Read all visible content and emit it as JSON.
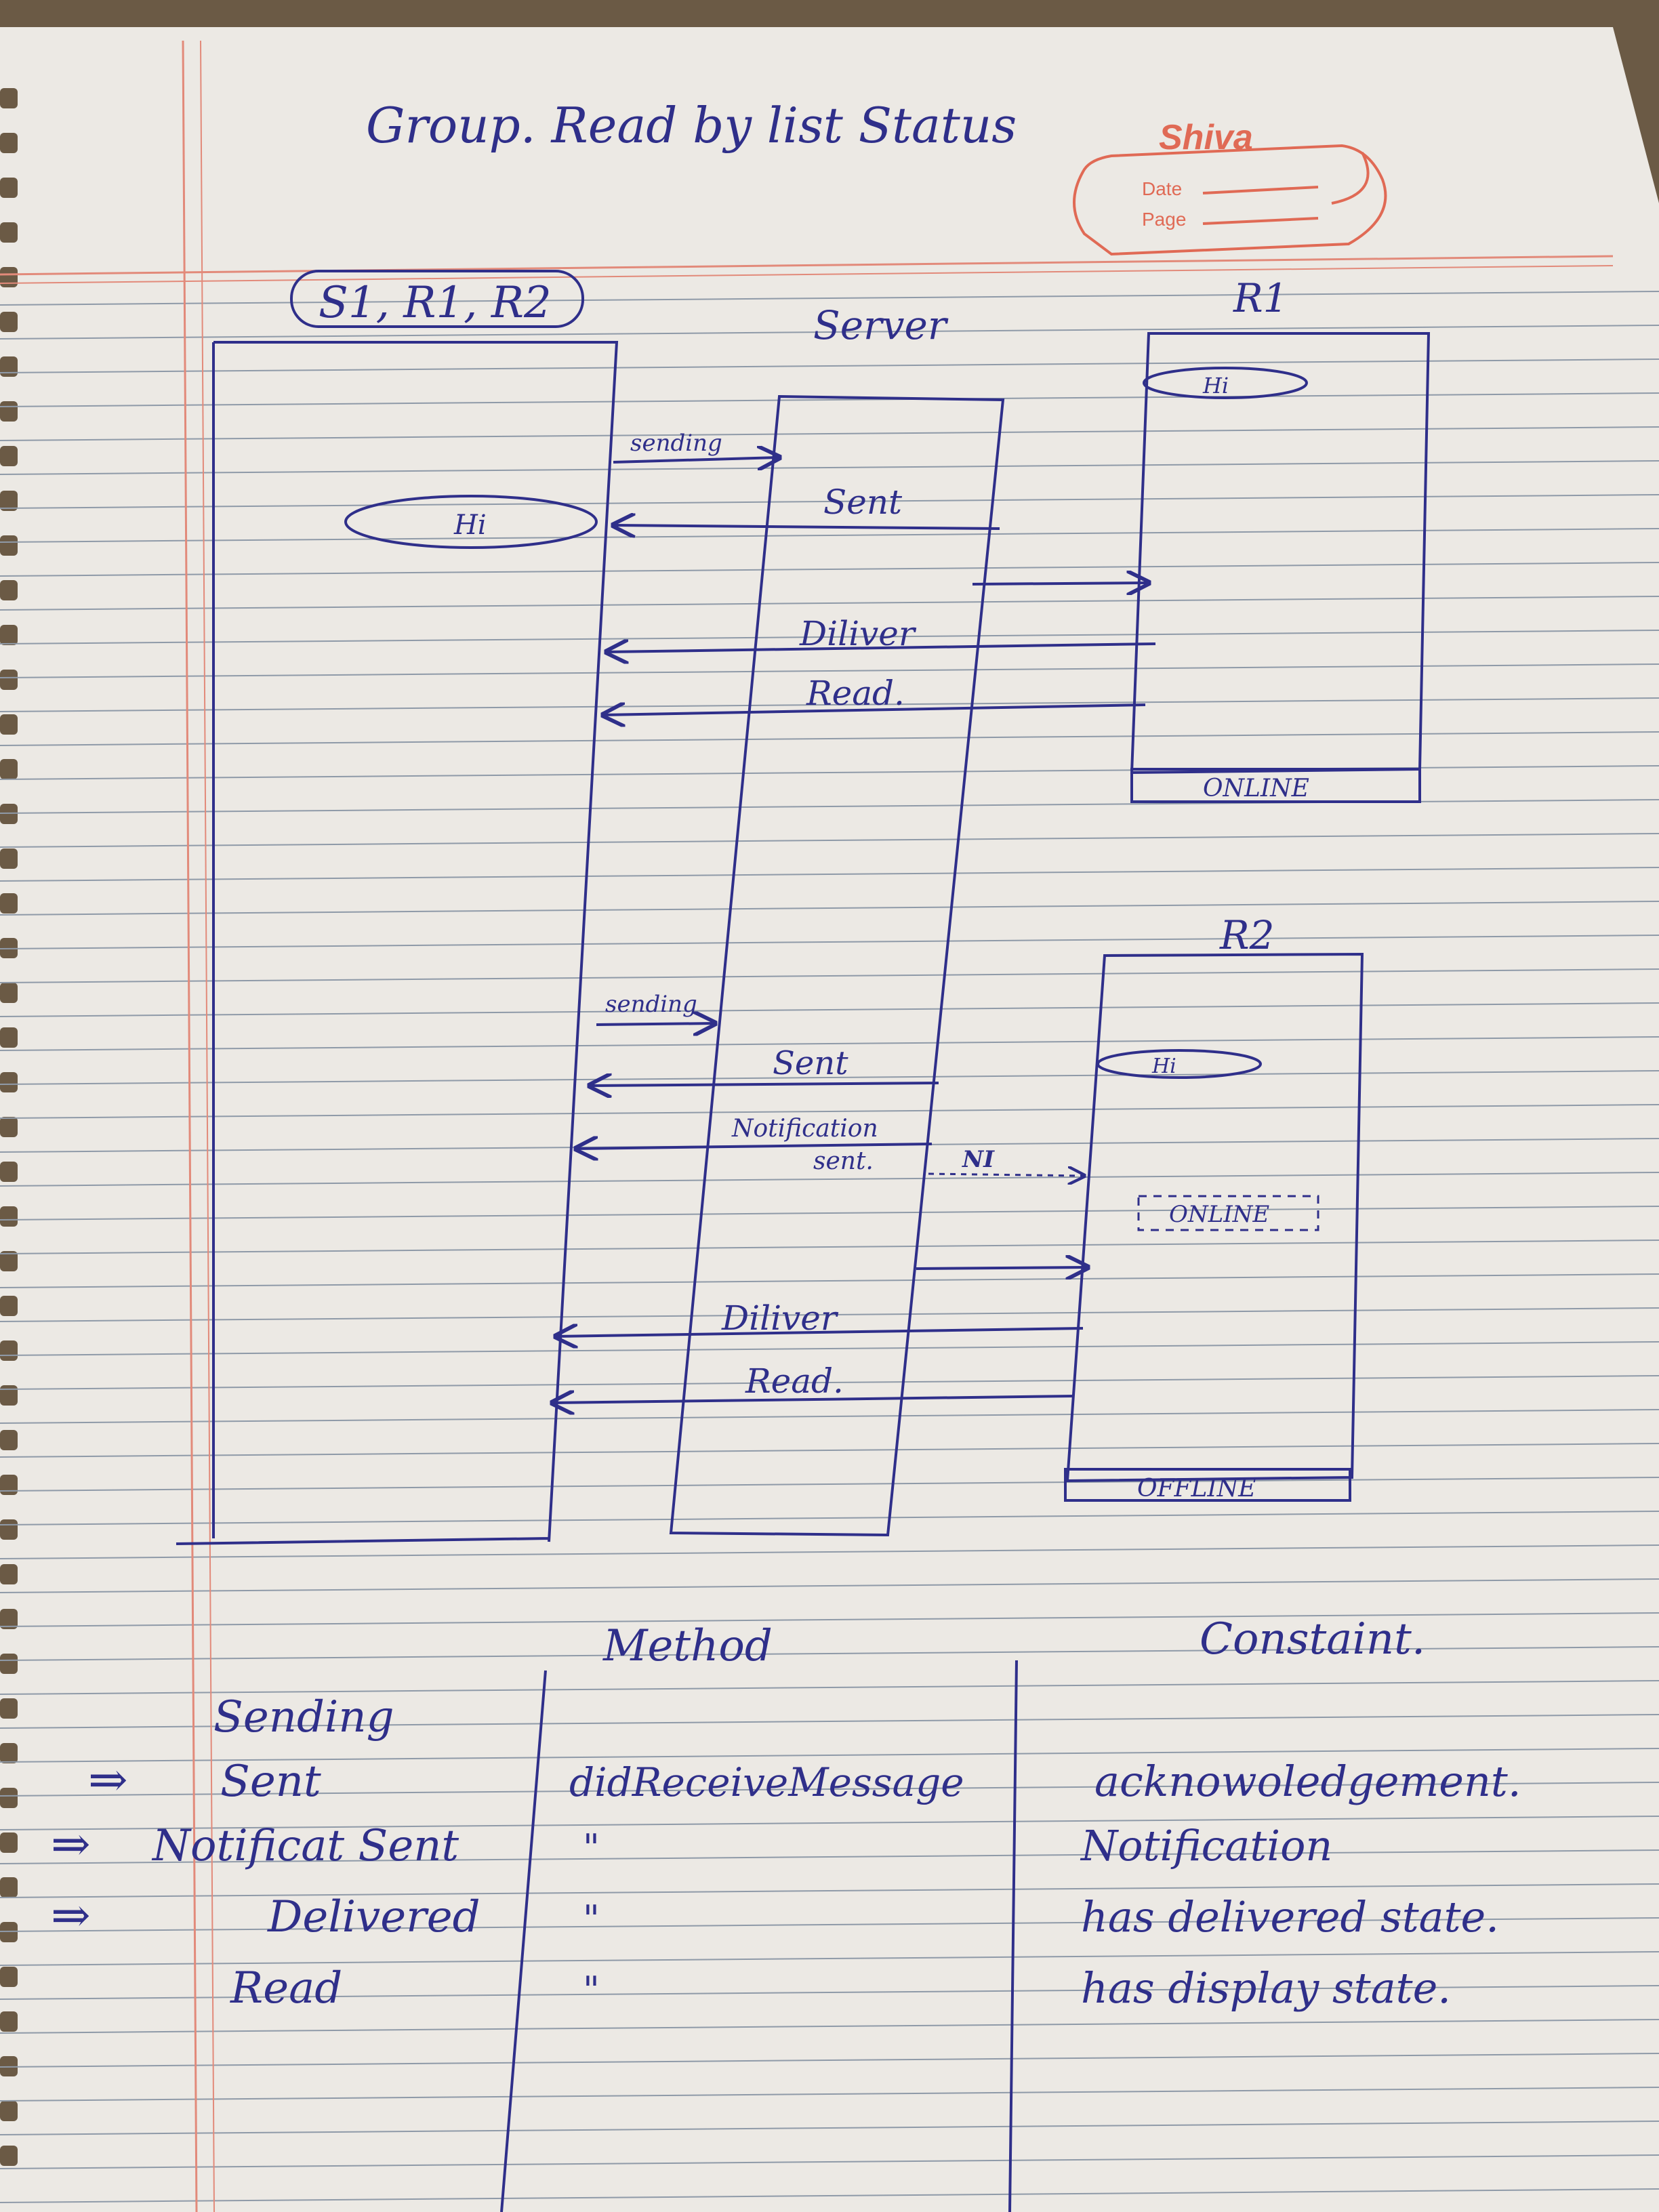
{
  "page": {
    "title": "Group. Read by list Status",
    "stamp": {
      "brand": "Shiva",
      "date_label": "Date",
      "page_label": "Page"
    }
  },
  "diagram": {
    "sender": {
      "label": "S1, R1, R2",
      "bubble": "Hi"
    },
    "server": {
      "label": "Server"
    },
    "r1": {
      "label": "R1",
      "bubble": "Hi",
      "status": "ONLINE"
    },
    "r2": {
      "label": "R2",
      "bubble": "Hi",
      "status_dashed": "ONLINE",
      "status": "OFFLINE"
    },
    "flow1": {
      "sending": "sending",
      "sent": "Sent",
      "deliver": "Diliver",
      "read": "Read."
    },
    "flow2": {
      "sending": "sending",
      "sent": "Sent",
      "notification": "Notification",
      "notification_sent": "sent.",
      "ni": "NI",
      "deliver": "Diliver",
      "read": "Read."
    }
  },
  "table": {
    "method_header": "Method",
    "constraint_header": "Constaint.",
    "rows": [
      {
        "marker": "",
        "status": "Sending",
        "method": "",
        "constraint": ""
      },
      {
        "marker": "⇒",
        "status": "Sent",
        "method": "didReceiveMessage",
        "constraint": "acknowoledgement."
      },
      {
        "marker": "⇒",
        "status": "Notificat Sent",
        "method": "\"",
        "constraint": "Notification"
      },
      {
        "marker": "⇒",
        "status": "Delivered",
        "method": "\"",
        "constraint": "has delivered state."
      },
      {
        "marker": "",
        "status": "Read",
        "method": "\"",
        "constraint": "has display state."
      }
    ]
  },
  "colors": {
    "paper": "#ece9e4",
    "ink": "#2f2f8a",
    "ruled_line": "#8f9aa8",
    "margin_red": "#e28a7a",
    "stamp": "#e06a55"
  }
}
